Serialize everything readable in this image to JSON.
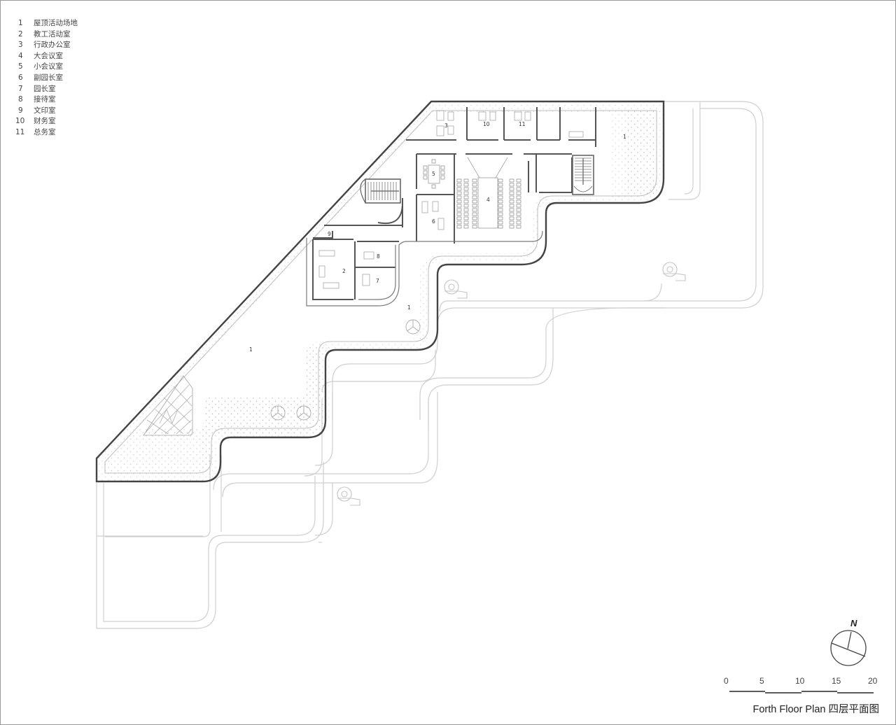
{
  "legend": {
    "items": [
      {
        "num": "1",
        "label": "屋顶活动场地"
      },
      {
        "num": "2",
        "label": "教工活动室"
      },
      {
        "num": "3",
        "label": "行政办公室"
      },
      {
        "num": "4",
        "label": "大会议室"
      },
      {
        "num": "5",
        "label": "小会议室"
      },
      {
        "num": "6",
        "label": "副园长室"
      },
      {
        "num": "7",
        "label": "园长室"
      },
      {
        "num": "8",
        "label": "接待室"
      },
      {
        "num": "9",
        "label": "文印室"
      },
      {
        "num": "10",
        "label": "财务室"
      },
      {
        "num": "11",
        "label": "总务室"
      }
    ]
  },
  "plan": {
    "title": "Forth Floor Plan 四层平面图",
    "room_labels": {
      "r1a": "1",
      "r1b": "1",
      "r1c": "1",
      "r2": "2",
      "r3": "3",
      "r4": "4",
      "r5": "5",
      "r6": "6",
      "r7": "7",
      "r8": "8",
      "r9": "9",
      "r10": "10",
      "r11": "11"
    },
    "colors": {
      "outline": "#444444",
      "wall": "#555555",
      "light_line": "#c8c8c8",
      "dot_fill": "#b0b0b0"
    }
  },
  "scale_bar": {
    "ticks": [
      "0",
      "5",
      "10",
      "15",
      "20"
    ]
  },
  "north_arrow": {
    "label": "N"
  }
}
